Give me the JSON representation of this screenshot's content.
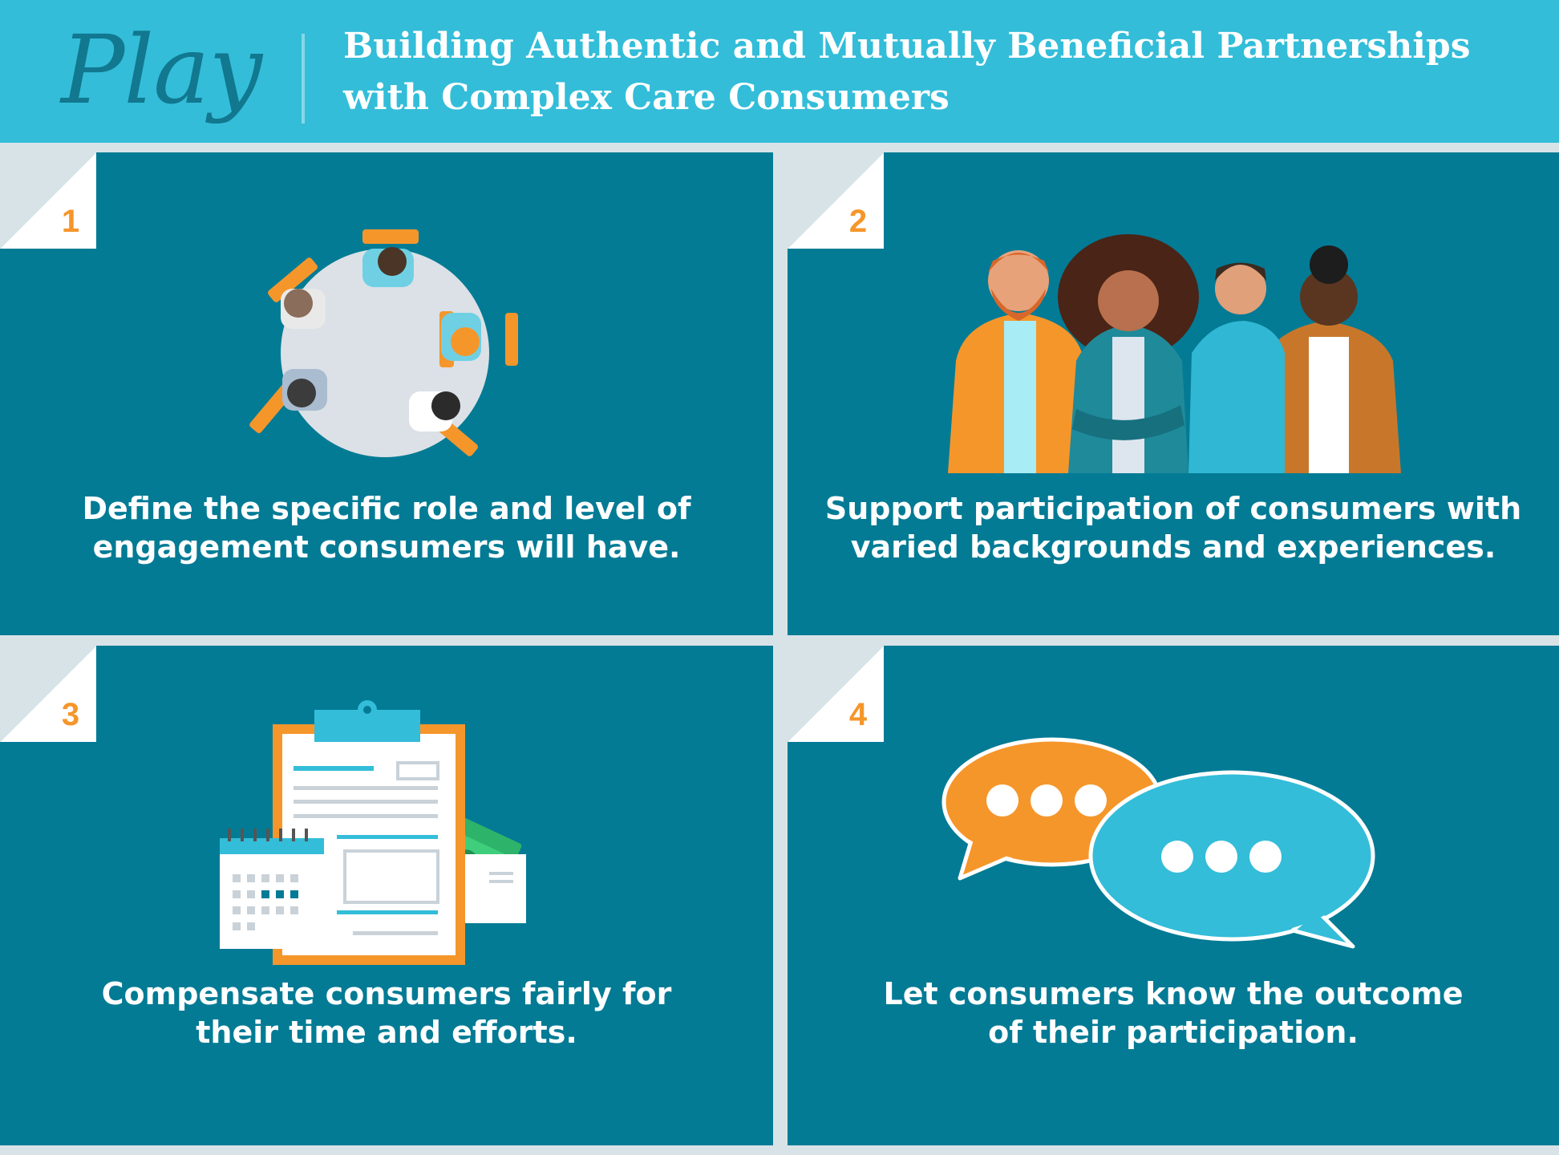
{
  "header": {
    "play": "Play",
    "title_line1": "Building Authentic and Mutually Beneficial Partnerships",
    "title_line2": "with Complex Care Consumers"
  },
  "cards": [
    {
      "number": "1",
      "line1": "Define the specific role and level of",
      "line2": "engagement consumers will have.",
      "illustration": "round-table-meeting-icon"
    },
    {
      "number": "2",
      "line1": "Support participation of consumers with",
      "line2": "varied backgrounds and experiences.",
      "illustration": "diverse-group-icon"
    },
    {
      "number": "3",
      "line1": "Compensate consumers fairly for",
      "line2": "their time and efforts.",
      "illustration": "clipboard-calendar-money-icon"
    },
    {
      "number": "4",
      "line1": "Let consumers know the outcome",
      "line2": "of their participation.",
      "illustration": "speech-bubbles-icon"
    }
  ],
  "colors": {
    "header_bg": "#33bdd9",
    "card_bg": "#037b95",
    "accent_orange": "#f5962b",
    "play_text": "#11788f"
  }
}
